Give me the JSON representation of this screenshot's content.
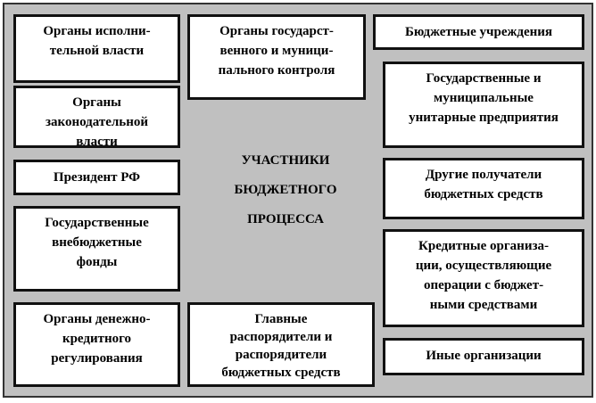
{
  "title": [
    "УЧАСТНИКИ",
    "БЮДЖЕТНОГО",
    "ПРОЦЕССА"
  ],
  "left": [
    "Органы исполни-\nтельной власти",
    "Органы\nзаконодательной\nвласти",
    "Президент РФ",
    "Государственные\nвнебюджетные\nфонды",
    "Органы денежно-\nкредитного\nрегулирования"
  ],
  "middle": [
    "Органы государст-\nвенного и муници-\nпального контроля",
    "Главные\nраспорядители и\nраспорядители\nбюджетных средств"
  ],
  "right": [
    "Бюджетные учреждения",
    "Государственные и\nмуниципальные\nунитарные предприятия",
    "Другие получатели\nбюджетных средств",
    "Кредитные организа-\nции, осуществляющие\nоперации с бюджет-\nными средствами",
    "Иные организации"
  ]
}
